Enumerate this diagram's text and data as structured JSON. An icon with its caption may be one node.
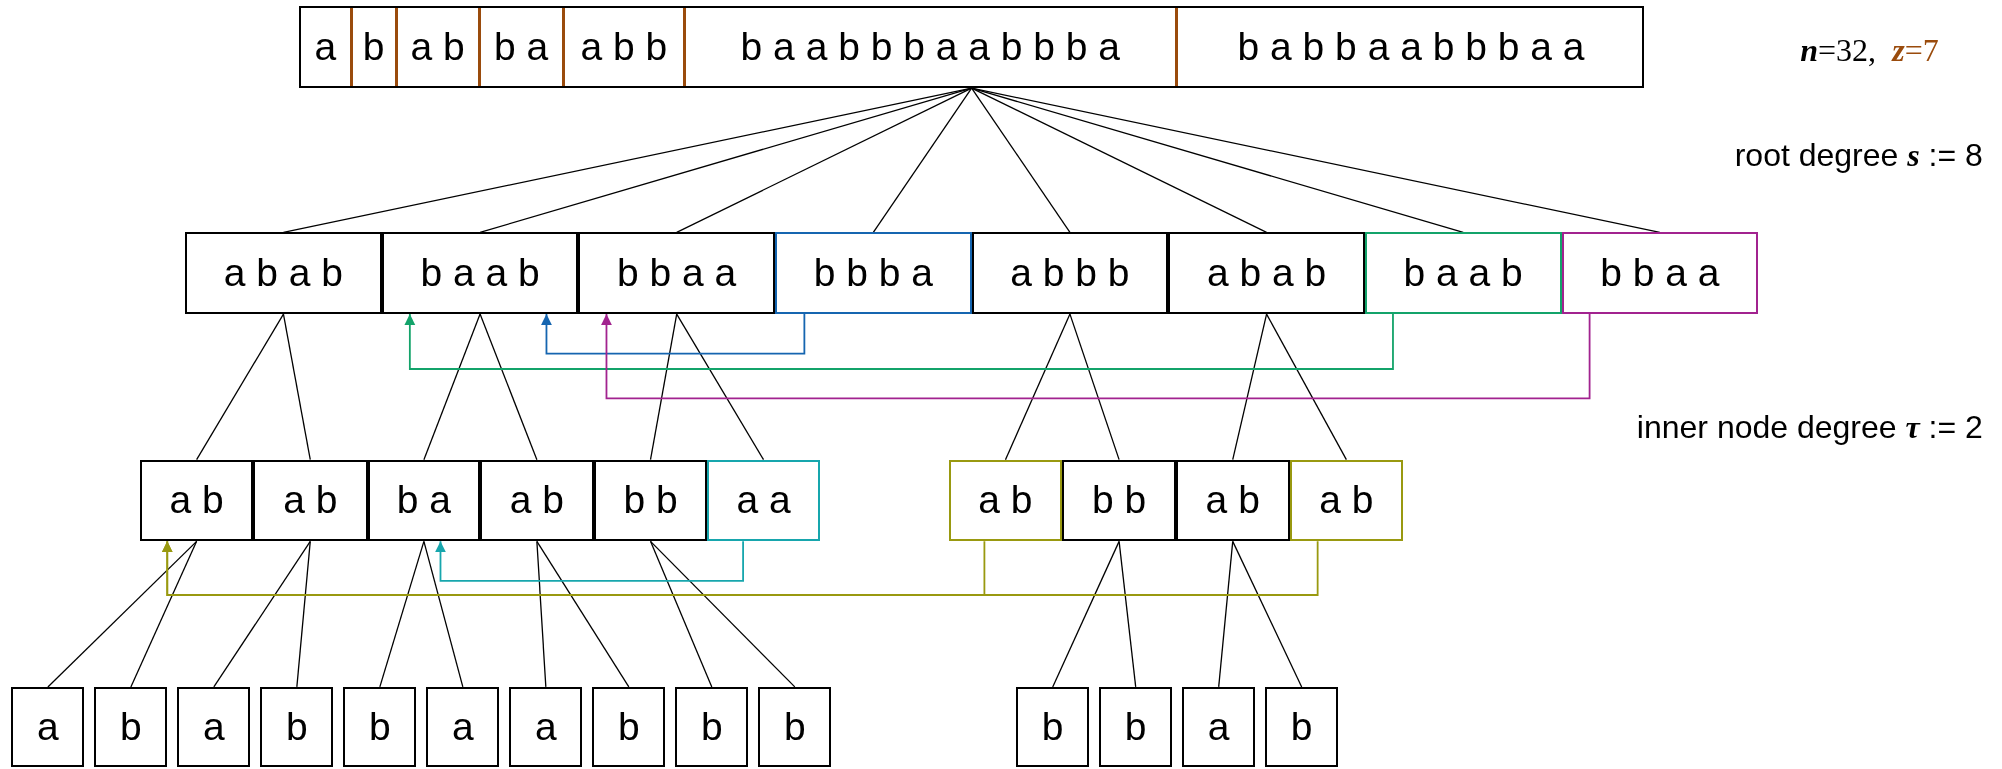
{
  "diagram": {
    "nodes": [
      {
        "text": [
          "a",
          "b",
          "a b",
          "b a",
          "a b b",
          "b a a b b b a a b b b a",
          "b a b b a a b b b a a"
        ]
      },
      {
        "text": [
          "a b a b"
        ]
      },
      {
        "text": [
          "b a a b"
        ]
      },
      {
        "text": [
          "b b a a"
        ]
      },
      {
        "text": [
          "b b b a"
        ]
      },
      {
        "text": [
          "a b b b"
        ]
      },
      {
        "text": [
          "a b a b"
        ]
      },
      {
        "text": [
          "b a a b"
        ]
      },
      {
        "text": [
          "b b a a"
        ]
      },
      {
        "text": [
          "a b"
        ]
      },
      {
        "text": [
          "a b"
        ]
      },
      {
        "text": [
          "b a"
        ]
      },
      {
        "text": [
          "a b"
        ]
      },
      {
        "text": [
          "b b"
        ]
      },
      {
        "text": [
          "a a"
        ]
      },
      {
        "text": [
          "a b"
        ]
      },
      {
        "text": [
          "b b"
        ]
      },
      {
        "text": [
          "a b"
        ]
      },
      {
        "text": [
          "a b"
        ]
      },
      {
        "text": [
          "a"
        ]
      },
      {
        "text": [
          "b"
        ]
      },
      {
        "text": [
          "a"
        ]
      },
      {
        "text": [
          "b"
        ]
      },
      {
        "text": [
          "b"
        ]
      },
      {
        "text": [
          "a"
        ]
      },
      {
        "text": [
          "a"
        ]
      },
      {
        "text": [
          "b"
        ]
      },
      {
        "text": [
          "b"
        ]
      },
      {
        "text": [
          "b"
        ]
      },
      {
        "text": [
          "b"
        ]
      },
      {
        "text": [
          "b"
        ]
      },
      {
        "text": [
          "a"
        ]
      },
      {
        "text": [
          "b"
        ]
      }
    ],
    "edges": [
      {
        "from": 0,
        "to": 1,
        "arrow": "none"
      },
      {
        "from": 0,
        "to": 2,
        "arrow": "none"
      },
      {
        "from": 0,
        "to": 3,
        "arrow": "none"
      },
      {
        "from": 0,
        "to": 4,
        "arrow": "none"
      },
      {
        "from": 0,
        "to": 5,
        "arrow": "none"
      },
      {
        "from": 0,
        "to": 6,
        "arrow": "none"
      },
      {
        "from": 0,
        "to": 7,
        "arrow": "none"
      },
      {
        "from": 0,
        "to": 8,
        "arrow": "none"
      },
      {
        "from": 1,
        "to": 9,
        "arrow": "none"
      },
      {
        "from": 1,
        "to": 10,
        "arrow": "none"
      },
      {
        "from": 2,
        "to": 11,
        "arrow": "none"
      },
      {
        "from": 2,
        "to": 12,
        "arrow": "none"
      },
      {
        "from": 3,
        "to": 13,
        "arrow": "none"
      },
      {
        "from": 3,
        "to": 14,
        "arrow": "none"
      },
      {
        "from": 5,
        "to": 15,
        "arrow": "none"
      },
      {
        "from": 5,
        "to": 16,
        "arrow": "none"
      },
      {
        "from": 6,
        "to": 17,
        "arrow": "none"
      },
      {
        "from": 6,
        "to": 18,
        "arrow": "none"
      },
      {
        "from": 9,
        "to": 19,
        "arrow": "none"
      },
      {
        "from": 9,
        "to": 20,
        "arrow": "none"
      },
      {
        "from": 10,
        "to": 21,
        "arrow": "none"
      },
      {
        "from": 10,
        "to": 22,
        "arrow": "none"
      },
      {
        "from": 11,
        "to": 23,
        "arrow": "none"
      },
      {
        "from": 11,
        "to": 24,
        "arrow": "none"
      },
      {
        "from": 12,
        "to": 25,
        "arrow": "none"
      },
      {
        "from": 12,
        "to": 26,
        "arrow": "none"
      },
      {
        "from": 13,
        "to": 27,
        "arrow": "none"
      },
      {
        "from": 13,
        "to": 28,
        "arrow": "none"
      },
      {
        "from": 16,
        "to": 29,
        "arrow": "none"
      },
      {
        "from": 16,
        "to": 30,
        "arrow": "none"
      },
      {
        "from": 17,
        "to": 31,
        "arrow": "none"
      },
      {
        "from": 17,
        "to": 32,
        "arrow": "none"
      },
      {
        "from": 4,
        "to": 2,
        "arrow": "to",
        "color": "#1565b0"
      },
      {
        "from": 7,
        "to": 2,
        "arrow": "to",
        "color": "#13a36a"
      },
      {
        "from": 8,
        "to": 3,
        "arrow": "to",
        "color": "#a2238f"
      },
      {
        "from": 14,
        "to": 11,
        "arrow": "to",
        "color": "#17a6ad"
      },
      {
        "from": 15,
        "to": 9,
        "arrow": "to",
        "color": "#999910"
      },
      {
        "from": 18,
        "to": 9,
        "arrow": "to",
        "color": "#999910"
      }
    ],
    "labels": [
      "**n**=32,",
      "**z**=7",
      "root degree **s** := 8",
      "inner node degree **τ** := 2"
    ]
  }
}
